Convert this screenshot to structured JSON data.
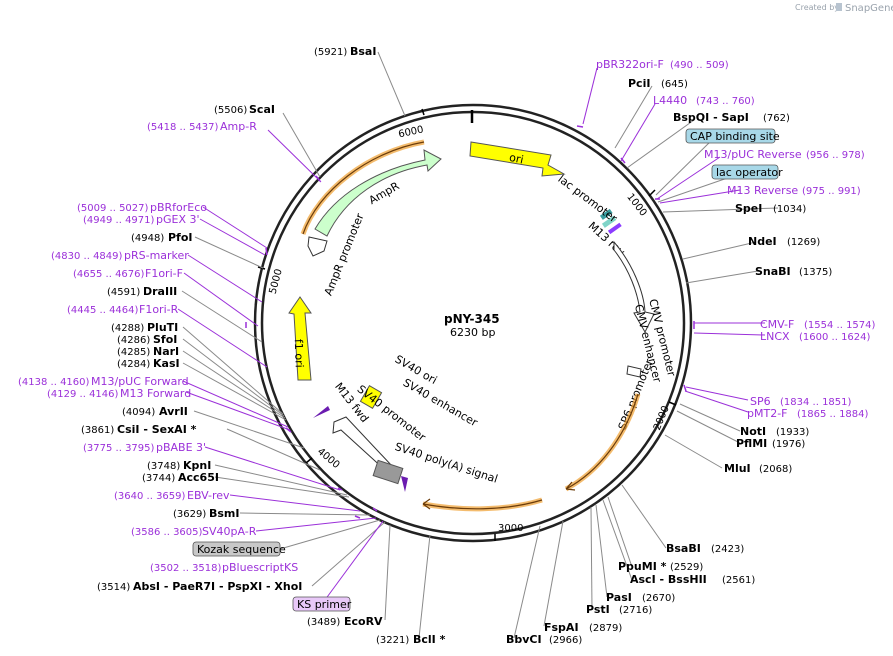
{
  "credit": {
    "prefix": "Created by",
    "brand": "SnapGene"
  },
  "plasmid": {
    "name": "pNY-345",
    "size_label": "6230 bp"
  },
  "ticks": [
    "1000",
    "2000",
    "3000",
    "4000",
    "5000",
    "6000"
  ],
  "sites": [
    {
      "pos": "(5921)",
      "name": "BsaI"
    },
    {
      "pos": "(5506)",
      "name": "ScaI"
    },
    {
      "pos": "(645)",
      "name": "PciI"
    },
    {
      "pos": "(762)",
      "name": "BspQI  -  SapI"
    },
    {
      "pos": "(1034)",
      "name": "SpeI"
    },
    {
      "pos": "(1269)",
      "name": "NdeI"
    },
    {
      "pos": "(1375)",
      "name": "SnaBI"
    },
    {
      "pos": "(4948)",
      "name": "PfoI"
    },
    {
      "pos": "(4591)",
      "name": "DraIII"
    },
    {
      "pos": "(4288)",
      "name": "PluTI"
    },
    {
      "pos": "(4286)",
      "name": "SfoI"
    },
    {
      "pos": "(4285)",
      "name": "NarI"
    },
    {
      "pos": "(4284)",
      "name": "KasI"
    },
    {
      "pos": "(4094)",
      "name": "AvrII"
    },
    {
      "pos": "(3861)",
      "name": "CsiI  -  SexAI *"
    },
    {
      "pos": "(3748)",
      "name": "KpnI"
    },
    {
      "pos": "(3744)",
      "name": "Acc65I"
    },
    {
      "pos": "(3629)",
      "name": "BsmI"
    },
    {
      "pos": "(3514)",
      "name": "AbsI  -  PaeR7I  -  PspXI  -  XhoI"
    },
    {
      "pos": "(3489)",
      "name": "EcoRV"
    },
    {
      "pos": "(3221)",
      "name": "BclI *"
    },
    {
      "pos": "(2966)",
      "name": "BbvCI"
    },
    {
      "pos": "(2879)",
      "name": "FspAI"
    },
    {
      "pos": "(2716)",
      "name": "PstI"
    },
    {
      "pos": "(2670)",
      "name": "PasI"
    },
    {
      "pos": "(2561)",
      "name": "AscI  -  BssHII"
    },
    {
      "pos": "(2529)",
      "name": "PpuMI *"
    },
    {
      "pos": "(2423)",
      "name": "BsaBI"
    },
    {
      "pos": "(2068)",
      "name": "MluI"
    },
    {
      "pos": "(1976)",
      "name": "PflMI"
    },
    {
      "pos": "(1933)",
      "name": "NotI"
    }
  ],
  "primers": [
    {
      "name": "pBR322ori-F",
      "range": "(490 .. 509)"
    },
    {
      "name": "L4440",
      "range": "(743 .. 760)"
    },
    {
      "name": "M13/pUC Reverse",
      "range": "(956 .. 978)"
    },
    {
      "name": "M13 Reverse",
      "range": "(975 .. 991)"
    },
    {
      "name": "Amp-R",
      "range": "(5418 .. 5437)"
    },
    {
      "name": "pBRforEco",
      "range": "(5009 .. 5027)"
    },
    {
      "name": "pGEX 3'",
      "range": "(4949 .. 4971)"
    },
    {
      "name": "pRS-marker",
      "range": "(4830 .. 4849)"
    },
    {
      "name": "F1ori-F",
      "range": "(4655 .. 4676)"
    },
    {
      "name": "F1ori-R",
      "range": "(4445 .. 4464)"
    },
    {
      "name": "M13/pUC Forward",
      "range": "(4138 .. 4160)"
    },
    {
      "name": "M13 Forward",
      "range": "(4129 .. 4146)"
    },
    {
      "name": "pBABE 3'",
      "range": "(3775 .. 3795)"
    },
    {
      "name": "EBV-rev",
      "range": "(3640 .. 3659)"
    },
    {
      "name": "SV40pA-R",
      "range": "(3586 .. 3605)"
    },
    {
      "name": "pBluescriptKS",
      "range": "(3502 .. 3518)"
    },
    {
      "name": "CMV-F",
      "range": "(1554 .. 1574)"
    },
    {
      "name": "LNCX",
      "range": "(1600 .. 1624)"
    },
    {
      "name": "SP6",
      "range": "(1834 .. 1851)"
    },
    {
      "name": "pMT2-F",
      "range": "(1865 .. 1884)"
    }
  ],
  "boxed_features": [
    {
      "name": "CAP binding site"
    },
    {
      "name": "lac operator"
    },
    {
      "name": "Kozak sequence"
    },
    {
      "name": "KS primer"
    }
  ],
  "features": {
    "ori": "ori",
    "ampr": "AmpR",
    "ampr_promoter": "AmpR promoter",
    "f1_ori": "f1 ori",
    "lac_promoter": "lac promoter",
    "m13_rev": "M13 rev",
    "cmv_promoter": "CMV promoter",
    "cmv_enhancer": "CMV enhancer",
    "sp6_promoter": "SP6 promoter",
    "sv40_ori": "SV40 ori",
    "sv40_enhancer": "SV40 enhancer",
    "sv40_promoter": "SV40 promoter",
    "m13_fwd": "M13 fwd",
    "sv40_polya": "SV40 poly(A) signal"
  },
  "colors": {
    "backbone": "#222222",
    "primer": "#9b30d9",
    "ori": "#ffff00",
    "ampr": "#ccffcc",
    "promoter": "#ffffff",
    "sv40_ori": "#ffff00",
    "polya": "#999999",
    "orange_arc": "#f0a030",
    "boxed_blue": "#a8d8e8",
    "boxed_grey": "#c8c8c8",
    "boxed_purple": "#e8c8f8"
  }
}
